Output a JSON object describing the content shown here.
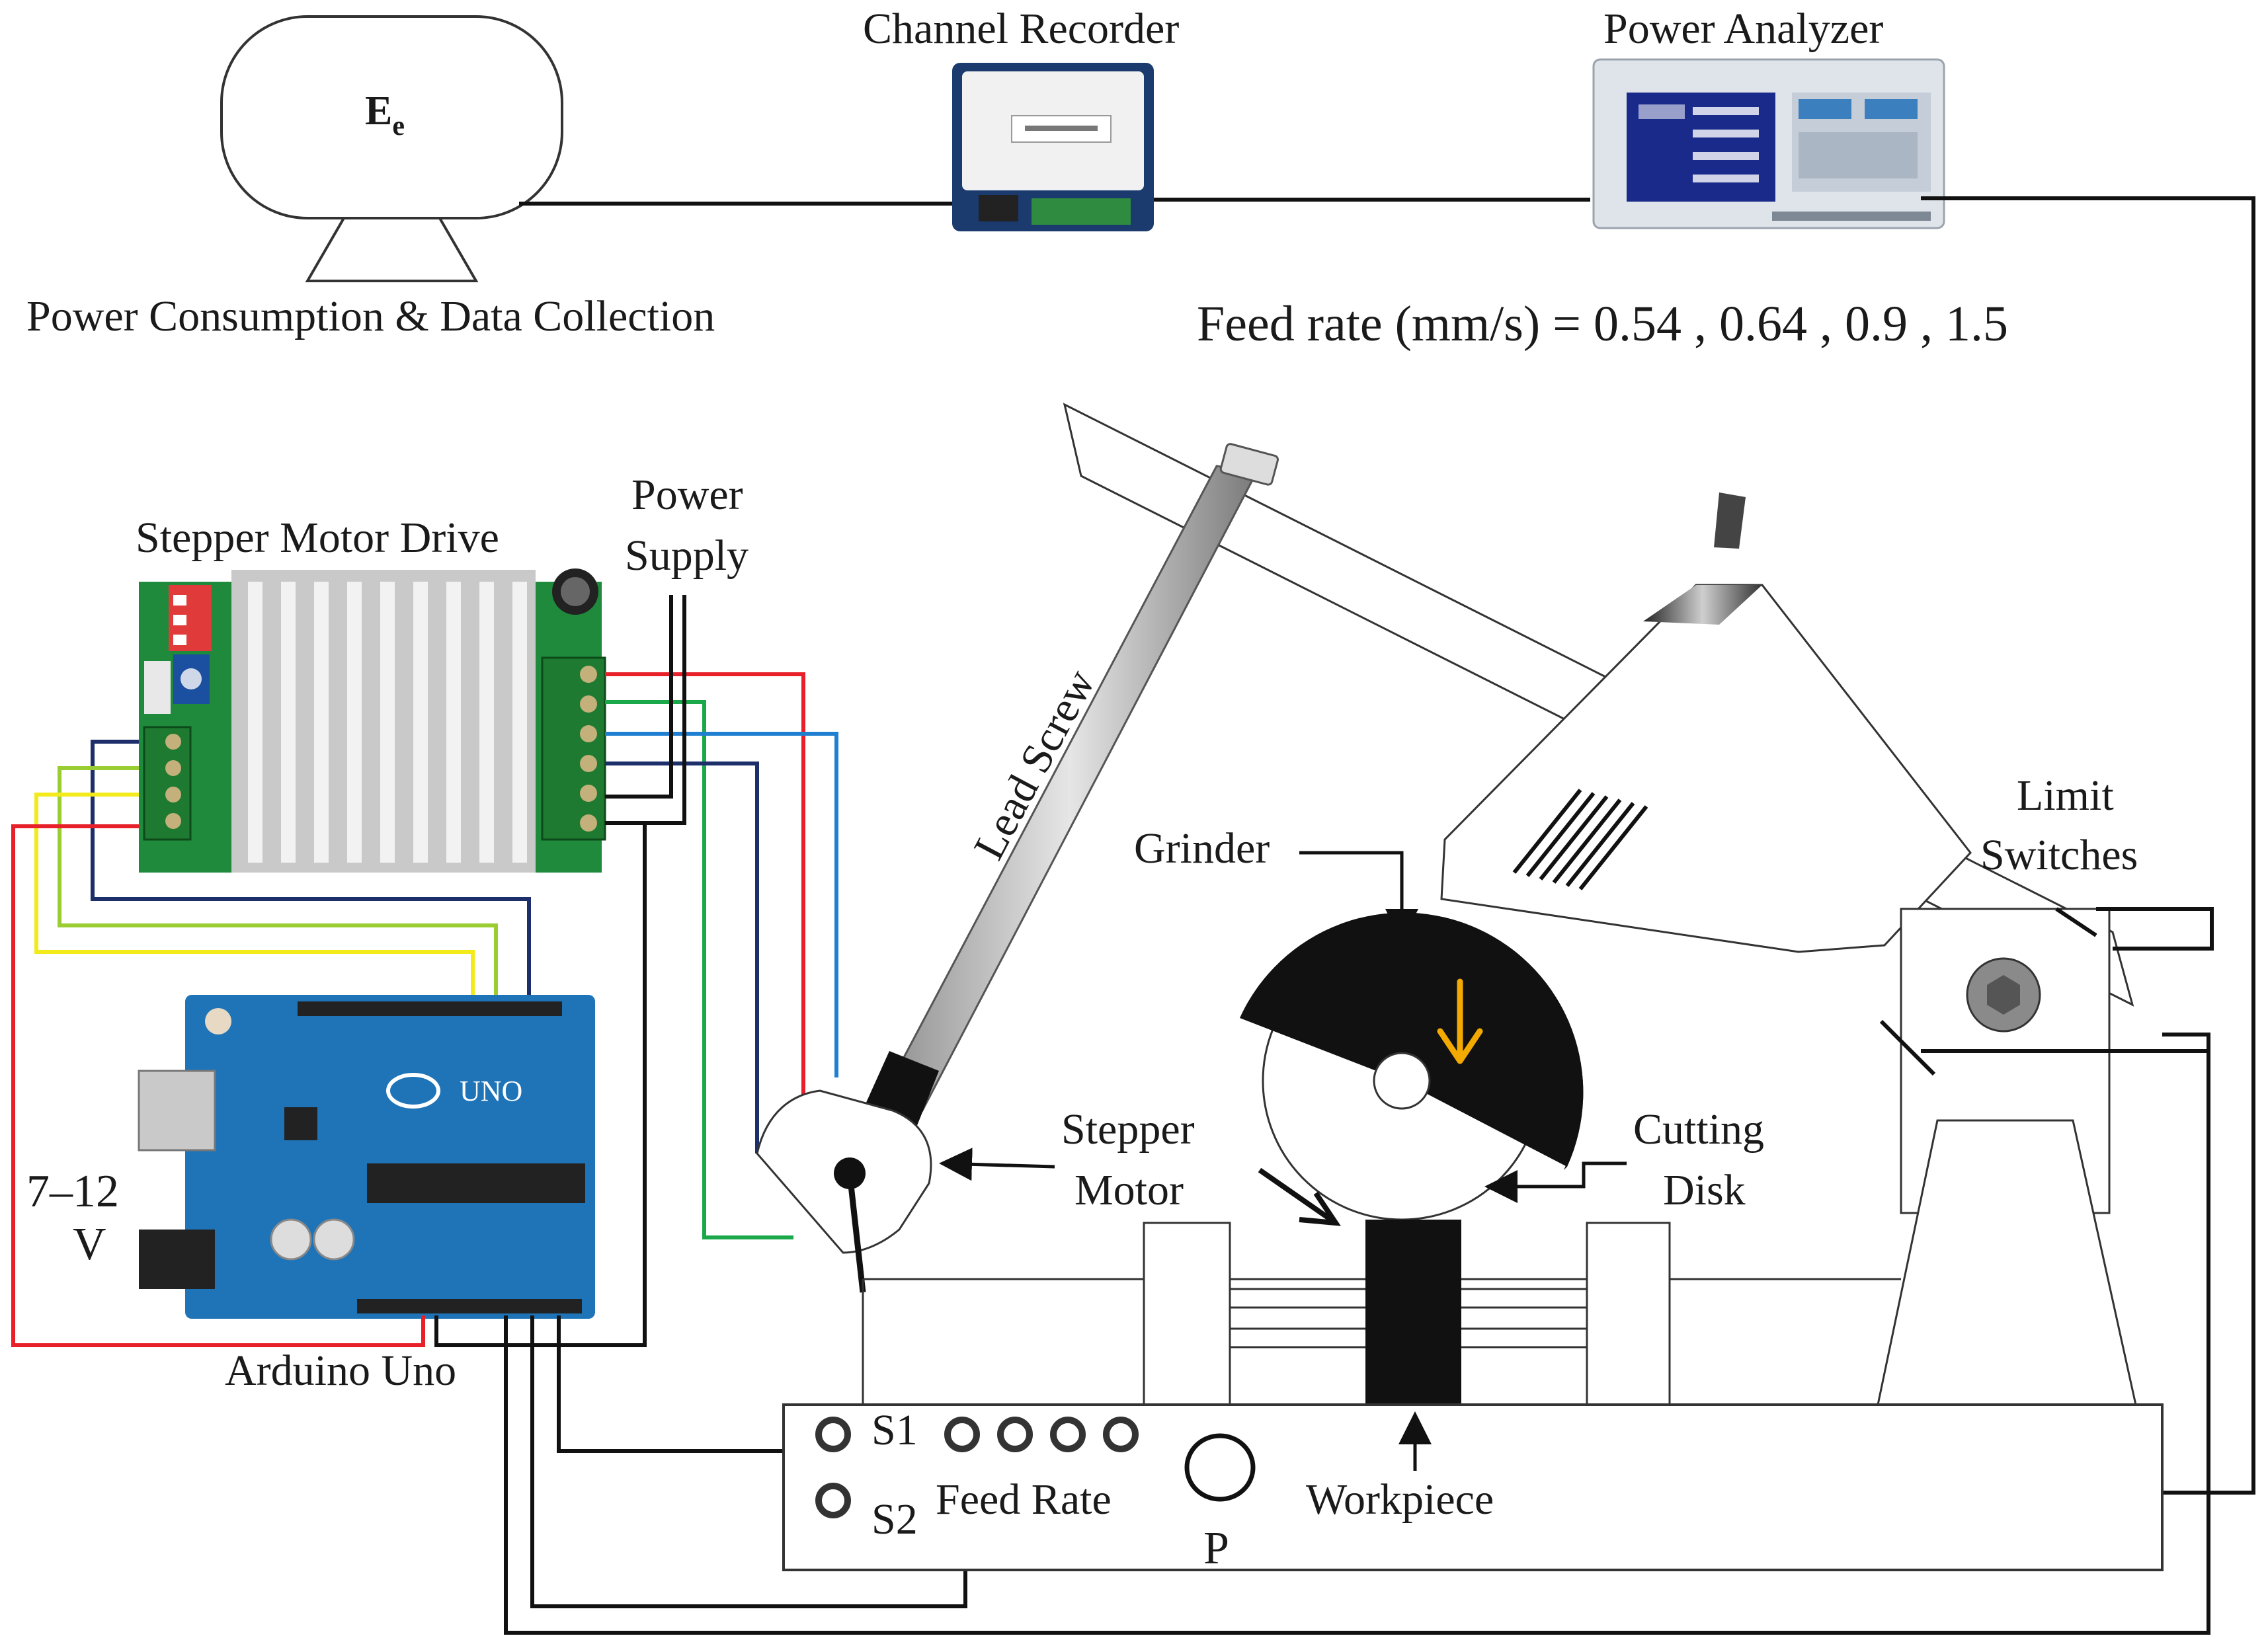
{
  "labels": {
    "ee_main": "E",
    "ee_sub": "e",
    "power_consumption": "Power Consumption & Data Collection",
    "channel_recorder": "Channel Recorder",
    "power_analyzer": "Power Analyzer",
    "feed_rate_eq": "Feed rate (mm/s) = 0.54 , 0.64 , 0.9 , 1.5",
    "power": "Power",
    "supply": "Supply",
    "stepper_motor_drive": "Stepper Motor Drive",
    "lead_screw": "Lead Screw",
    "grinder": "Grinder",
    "limit": "Limit",
    "switches": "Switches",
    "stepper": "Stepper",
    "motor": "Motor",
    "cutting": "Cutting",
    "disk": "Disk",
    "voltage": "7–12",
    "volt_unit": "V",
    "arduino_uno": "Arduino Uno",
    "uno_logo": "UNO",
    "s1": "S1",
    "s2": "S2",
    "feed_rate": "Feed Rate",
    "p": "P",
    "workpiece": "Workpiece"
  },
  "colors": {
    "wire_red": "#e8202a",
    "wire_green": "#1aa84a",
    "wire_blue": "#1f7fd0",
    "wire_navy": "#1c2f6b",
    "wire_yellow": "#f2ea1a",
    "wire_black": "#111111",
    "arduino_blue": "#1f74b8",
    "pcb_green": "#1f8a3c",
    "arrow_orange": "#f2a900"
  }
}
